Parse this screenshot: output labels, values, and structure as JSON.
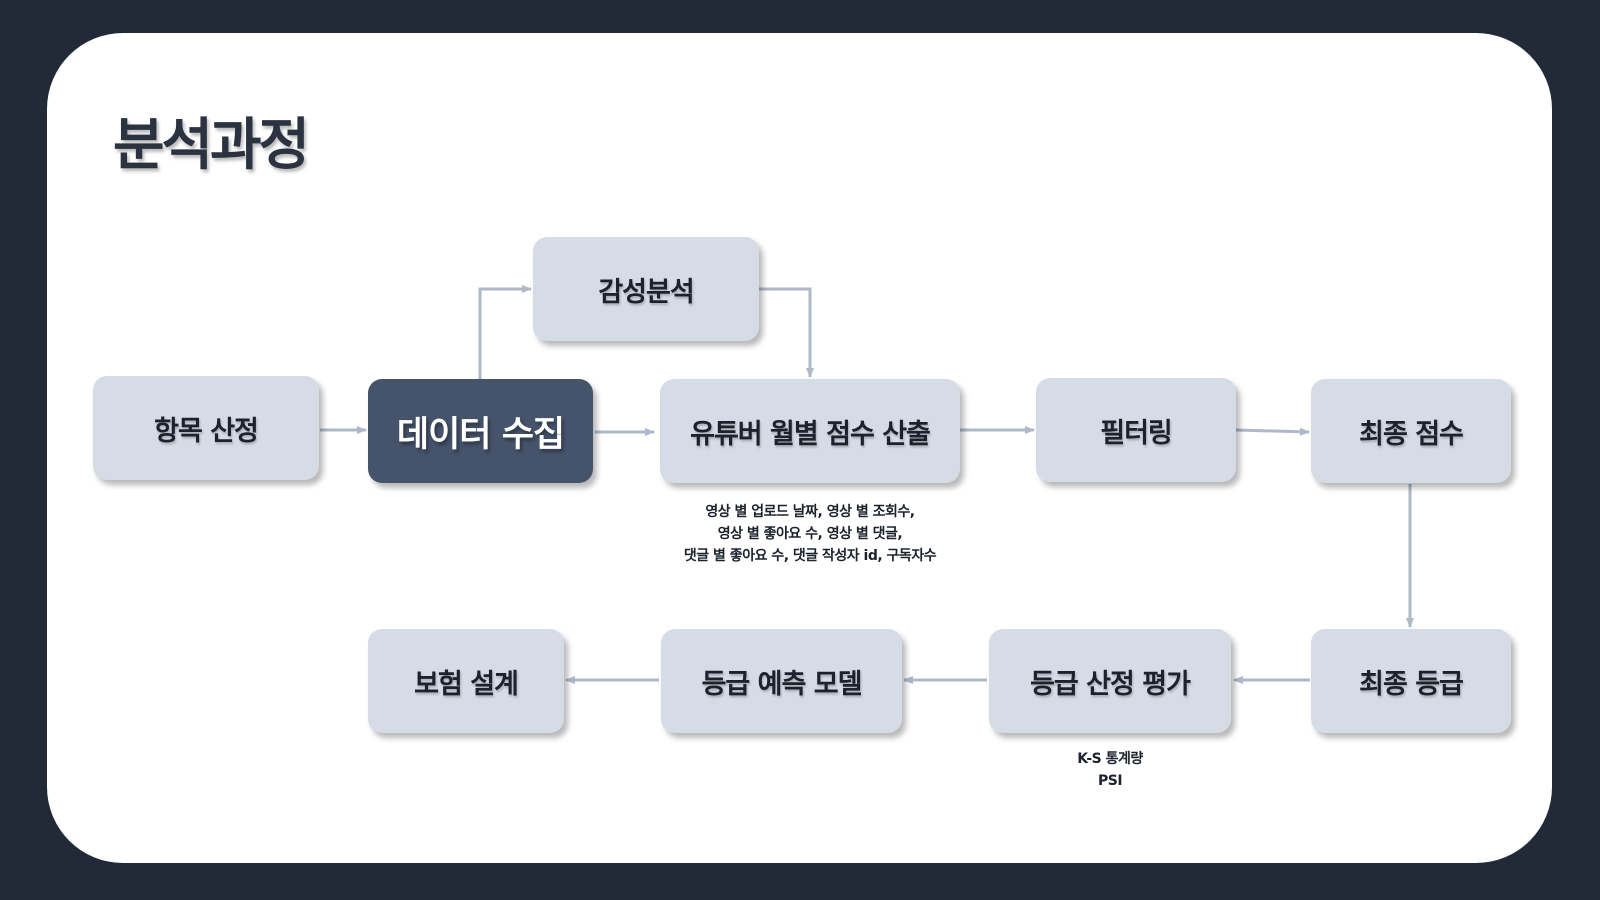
{
  "title": "분석과정",
  "nodes": {
    "item_selection": "항목 산정",
    "data_collection": "데이터 수집",
    "sentiment_analysis": "감성분석",
    "monthly_score": "유튜버 월별 점수 산출",
    "filtering": "필터링",
    "final_score": "최종 점수",
    "final_grade": "최종 등급",
    "grade_evaluation": "등급 산정 평가",
    "grade_prediction": "등급 예측 모델",
    "insurance_design": "보험 설계"
  },
  "notes": {
    "monthly_score": [
      "영상 별 업로드 날짜, 영상 별 조회수,",
      "영상 별 좋아요 수, 영상 별 댓글,",
      "댓글 별 좋아요 수, 댓글 작성자 id, 구독자수"
    ],
    "grade_evaluation": [
      "K-S 통계량",
      "PSI"
    ]
  },
  "colors": {
    "background": "#232a37",
    "card": "#ffffff",
    "node": "#d6dce6",
    "node_highlight": "#45536b",
    "arrow": "#aeb8c8"
  }
}
